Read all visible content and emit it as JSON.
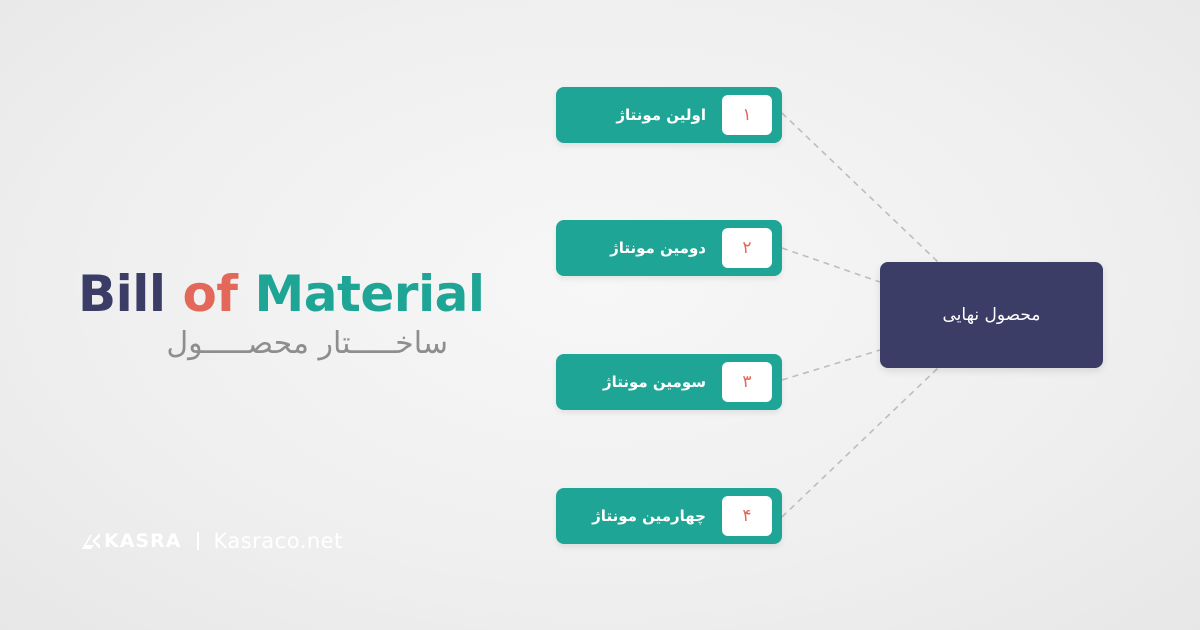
{
  "title": {
    "word1": "Bill",
    "word2": "of",
    "word3": "Material",
    "subtitle": "ساخـــــتار محصـــــول"
  },
  "colors": {
    "navy": "#3b3d66",
    "red": "#e3685a",
    "teal": "#1fa595",
    "connector": "#bdbdbd"
  },
  "steps": [
    {
      "number": "۱",
      "label": "اولین مونتاژ"
    },
    {
      "number": "۲",
      "label": "دومین مونتاژ"
    },
    {
      "number": "۳",
      "label": "سومین مونتاژ"
    },
    {
      "number": "۴",
      "label": "چهارمین مونتاژ"
    }
  ],
  "final_product": {
    "label": "محصول نهایی"
  },
  "footer": {
    "brand": "KASRA",
    "logo_icon": "kasra-logo-icon",
    "website": "Kasraco.net"
  }
}
